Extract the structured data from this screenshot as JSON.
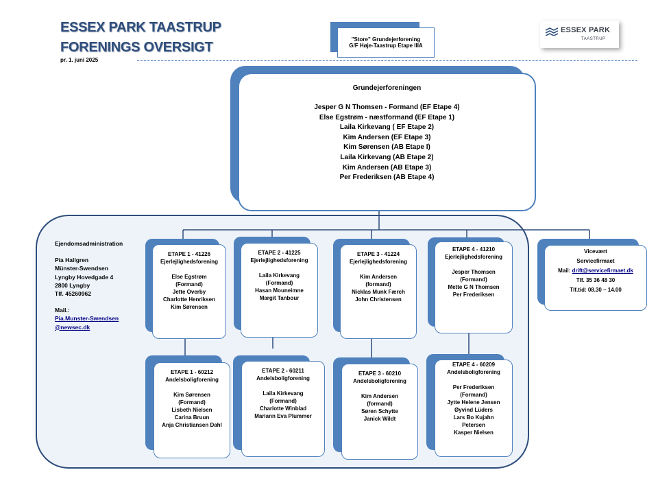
{
  "header": {
    "title_line1": "ESSEX PARK TAASTRUP",
    "title_line2": "FORENINGS OVERSIGT",
    "date": "pr.  1. juni 2025"
  },
  "logo": {
    "name": "ESSEX PARK",
    "sub": "TAASTRUP"
  },
  "store": {
    "line1": "\"Store\" Grundejerforening",
    "line2": "G/F Høje-Taastrup Etape IIIA"
  },
  "grund": {
    "title": "Grundejerforeningen",
    "members": [
      "Jesper G N Thomsen  - Formand  (EF Etape  4)",
      "Else Egstrøm  -  næstformand  (EF Etape  1)",
      "Laila Kirkevang  ( EF Etape  2)",
      "Kim Andersen   (EF Etape  3)",
      "Kim Sørensen  (AB Etape  I)",
      "Laila Kirkevang  (AB Etape  2)",
      "Kim Andersen  (AB Etape  3)",
      "Per Frederiksen  (AB Etape  4)"
    ]
  },
  "admin": {
    "title": "Ejendomsadministration",
    "lines": [
      "Pia Hallgren",
      "Münster-Swendsen",
      "Lyngby Hovedgade 4",
      "2800 Lyngby",
      "Tlf. 45260962"
    ],
    "mail_label": "Mail.:",
    "mail_line1": "Pia.Munster-Swendsen",
    "mail_line2": "@newsec.dk"
  },
  "ejer": [
    {
      "title": "ETAPE 1 - 41226",
      "sub": "Ejerlejlighedsforening",
      "lines": [
        "Else Egstrøm",
        "(Formand)",
        "Jette Overby",
        "Charlotte Henriksen",
        "Kim Sørensen"
      ]
    },
    {
      "title": "ETAPE 2 - 41225",
      "sub": "Ejerlejlighedsforening",
      "lines": [
        "Laila Kirkevang",
        "(Formand)",
        "Hasan Mouneimne",
        "Margit Tanbour"
      ]
    },
    {
      "title": "ETAPE 3 - 41224",
      "sub": "Ejerlejlighedsforening",
      "lines": [
        "Kim Andersen",
        "(formand)",
        "Nicklas Munk Færch",
        "John Christensen"
      ]
    },
    {
      "title": "ETAPE 4 - 41210",
      "sub": "Ejerlejlighedsforening",
      "lines": [
        "Jesper Thomsen",
        "(Formand)",
        "Mette G N Thomsen",
        "Per Frederiksen"
      ]
    }
  ],
  "andel": [
    {
      "title": "ETAPE 1 - 60212",
      "sub": "Andelsboligforening",
      "lines": [
        "Kim Sørensen",
        "(Formand)",
        "Lisbeth Nielsen",
        "Carina Bruun",
        "Anja Christiansen Dahl"
      ]
    },
    {
      "title": "ETAPE 2 - 60211",
      "sub": "Andelsboligforening",
      "lines": [
        "Laila Kirkevang",
        "(Formand)",
        "Charlotte Winblad",
        "Mariann Eva Plummer"
      ]
    },
    {
      "title": "ETAPE 3 - 60210",
      "sub": "Andelsboligforening",
      "lines": [
        "Kim  Andersen",
        "(formand)",
        "Søren Schytte",
        "Janick Wildt"
      ]
    },
    {
      "title": "ETAPE 4 - 60209",
      "sub": "Andelsboligforening",
      "lines": [
        "Per Frederiksen",
        "(Formand)",
        "Jytte Helene Jensen",
        "Øyvind Lüders",
        "Lars Bo Kujahn",
        "Petersen",
        "Kasper Nielsen"
      ]
    }
  ],
  "vice": {
    "title": "Vicevært",
    "company": "Servicefirmaet",
    "mail_label": "Mail:",
    "mail": "drift@servicefirmaet.dk",
    "phone": "Tlf. 35 36 48 30",
    "hours": "Tlf.tid: 08.30 – 14.00"
  },
  "colors": {
    "title": "#2e4d7b",
    "accent": "#4f81bd",
    "frame": "#eef3fa"
  }
}
